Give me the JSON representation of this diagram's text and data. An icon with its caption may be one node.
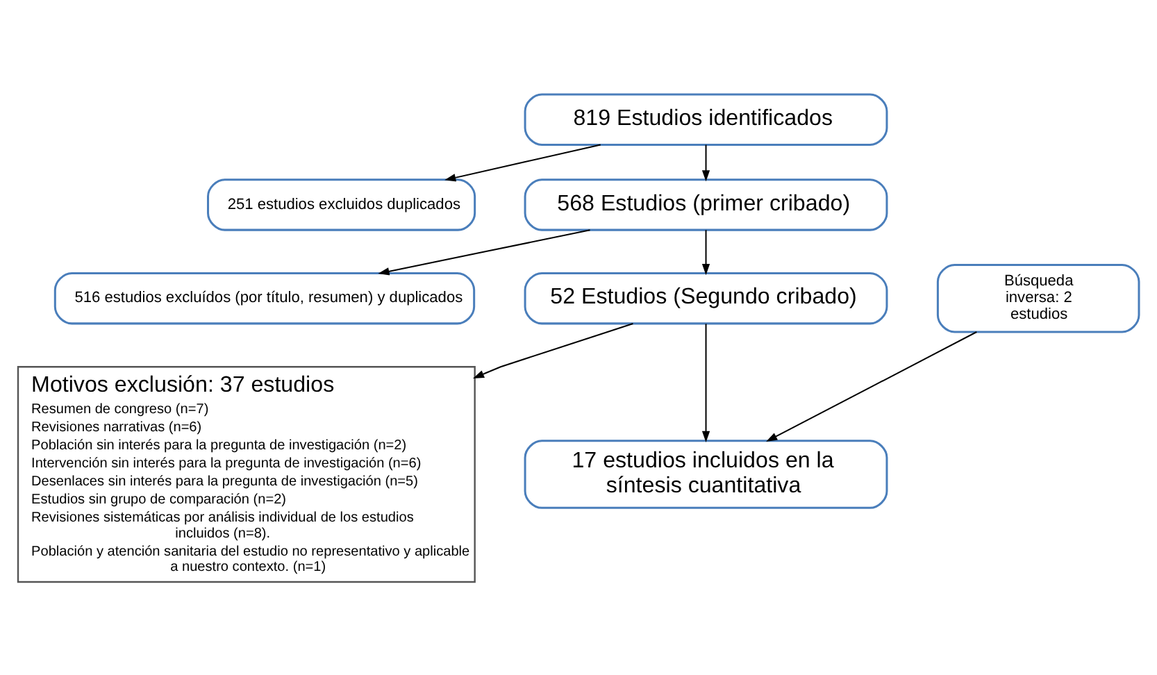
{
  "diagram": {
    "nodes": [
      {
        "text": [
          "819 Estudios identificados"
        ]
      },
      {
        "text": [
          "251 estudios excluidos duplicados"
        ]
      },
      {
        "text": [
          "568 Estudios (primer cribado)"
        ]
      },
      {
        "text": [
          "516 estudios excluídos (por título, resumen) y duplicados"
        ]
      },
      {
        "text": [
          "52 Estudios (Segundo cribado)"
        ]
      },
      {
        "text": [
          "Búsqueda inversa: 2 estudios"
        ]
      },
      {
        "text": [
          "Motivos exclusión: 37 estudios",
          "Resumen de congreso (n=7)",
          "Revisiones narrativas (n=6)",
          "Población sin interés para la pregunta de investigación (n=2)",
          "Intervención sin interés para la pregunta de investigación (n=6)",
          "Desenlaces sin interés para la pregunta de investigación (n=5)",
          "Estudios sin grupo de comparación (n=2)",
          "Revisiones sistemáticas por análisis individual de los estudios incluidos (n=8).",
          "Población y atención sanitaria del estudio no representativo y aplicable a nuestro contexto. (n=1)"
        ]
      },
      {
        "text": [
          "17 estudios incluidos en la síntesis cuantitativa"
        ]
      }
    ],
    "edges": [
      {
        "from": 0,
        "to": 2,
        "arrow": "to"
      },
      {
        "from": 0,
        "to": 1,
        "arrow": "to"
      },
      {
        "from": 2,
        "to": 4,
        "arrow": "to"
      },
      {
        "from": 2,
        "to": 3,
        "arrow": "to"
      },
      {
        "from": 4,
        "to": 7,
        "arrow": "to"
      },
      {
        "from": 5,
        "to": 7,
        "arrow": "to"
      },
      {
        "from": 4,
        "to": 6,
        "arrow": "to"
      }
    ]
  }
}
